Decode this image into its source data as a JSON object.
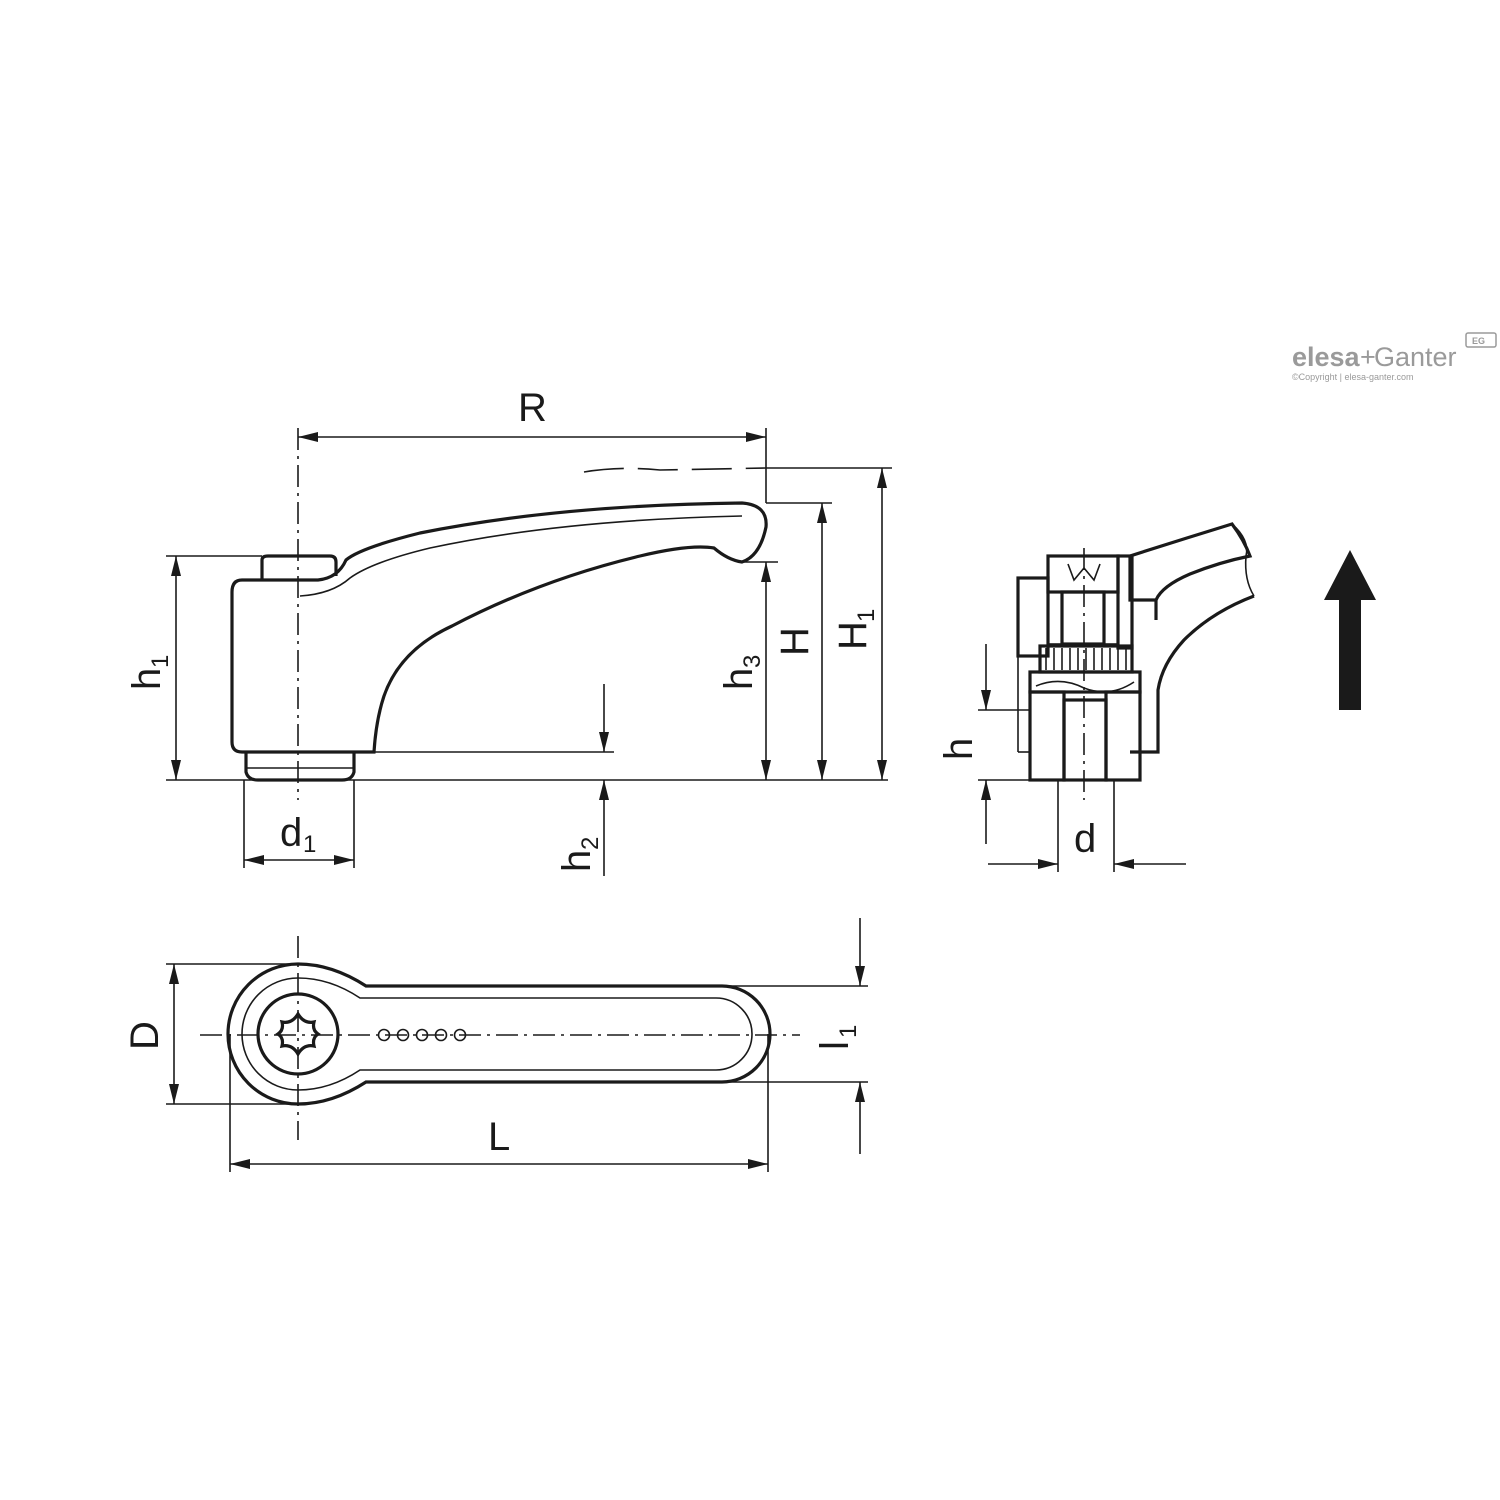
{
  "dimensions": {
    "R": "R",
    "h1": "h",
    "h1_sub": "1",
    "d1": "d",
    "d1_sub": "1",
    "h2": "h",
    "h2_sub": "2",
    "h3": "h",
    "h3_sub": "3",
    "H": "H",
    "H1": "H",
    "H1_sub": "1",
    "h": "h",
    "d": "d",
    "D": "D",
    "L": "L",
    "l1": "l",
    "l1_sub": "1"
  },
  "logo": {
    "brand_a": "elesa",
    "plus": "+",
    "brand_b": "Ganter",
    "copyright": "©Copyright | elesa-ganter.com",
    "badge": "EG"
  },
  "colors": {
    "line": "#1a1a1a",
    "logo": "#9a9a9a"
  }
}
